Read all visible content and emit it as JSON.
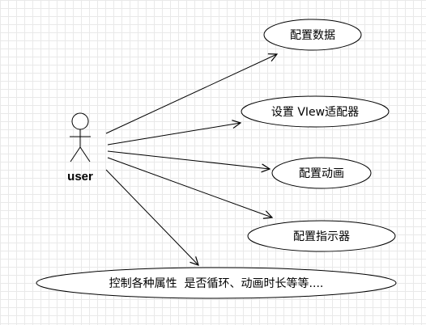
{
  "diagram": {
    "type": "use-case",
    "actor": {
      "name": "user"
    },
    "use_cases": [
      {
        "id": "uc1",
        "label": "配置数据"
      },
      {
        "id": "uc2",
        "label": "设置 VIew适配器"
      },
      {
        "id": "uc3",
        "label": "配置动画"
      },
      {
        "id": "uc4",
        "label": "配置指示器"
      },
      {
        "id": "uc5",
        "label": "控制各种属性  是否循环、动画时长等等...."
      }
    ],
    "associations": [
      {
        "from": "user",
        "to": "uc1"
      },
      {
        "from": "user",
        "to": "uc2"
      },
      {
        "from": "user",
        "to": "uc3"
      },
      {
        "from": "user",
        "to": "uc4"
      },
      {
        "from": "user",
        "to": "uc5"
      }
    ],
    "colors": {
      "stroke": "#000000",
      "fill": "#ffffff",
      "grid": "#e9e9e9"
    }
  }
}
